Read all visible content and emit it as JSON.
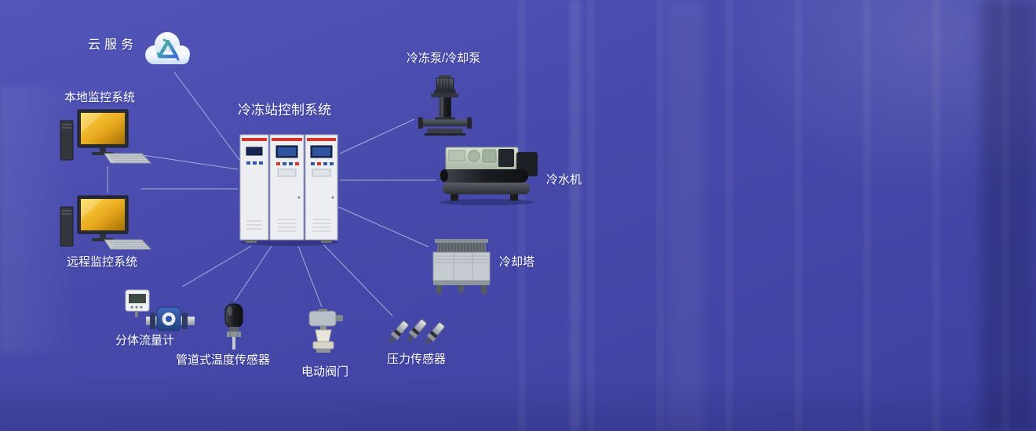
{
  "colors": {
    "background": "#4649a9",
    "label_text": "#ffffff",
    "wire": "#c9cde4",
    "cabinet_red_stripe": "#d4342c",
    "monitor_screen_yellow": "#f0b428",
    "flow_meter_blue": "#2e57a8"
  },
  "nodes": {
    "cloud_service": {
      "label": "云服务"
    },
    "local_monitor": {
      "label": "本地监控系统"
    },
    "remote_monitor": {
      "label": "远程监控系统"
    },
    "control_system": {
      "label": "冷冻站控制系统"
    },
    "pump": {
      "label": "冷冻泵/冷却泵"
    },
    "chiller": {
      "label": "冷水机"
    },
    "cooling_tower": {
      "label": "冷却塔"
    },
    "flow_meter": {
      "label": "分体流量计"
    },
    "temperature_sensor": {
      "label": "管道式温度传感器"
    },
    "electric_valve": {
      "label": "电动阀门"
    },
    "pressure_sensor": {
      "label": "压力传感器"
    }
  },
  "connections": [
    {
      "from": "control_system",
      "to": "cloud_service"
    },
    {
      "from": "control_system",
      "to": "local_monitor"
    },
    {
      "from": "local_monitor",
      "to": "remote_monitor"
    },
    {
      "from": "control_system",
      "to": "remote_monitor"
    },
    {
      "from": "control_system",
      "to": "pump"
    },
    {
      "from": "control_system",
      "to": "chiller"
    },
    {
      "from": "control_system",
      "to": "cooling_tower"
    },
    {
      "from": "control_system",
      "to": "flow_meter"
    },
    {
      "from": "control_system",
      "to": "temperature_sensor"
    },
    {
      "from": "control_system",
      "to": "electric_valve"
    },
    {
      "from": "control_system",
      "to": "pressure_sensor"
    }
  ]
}
